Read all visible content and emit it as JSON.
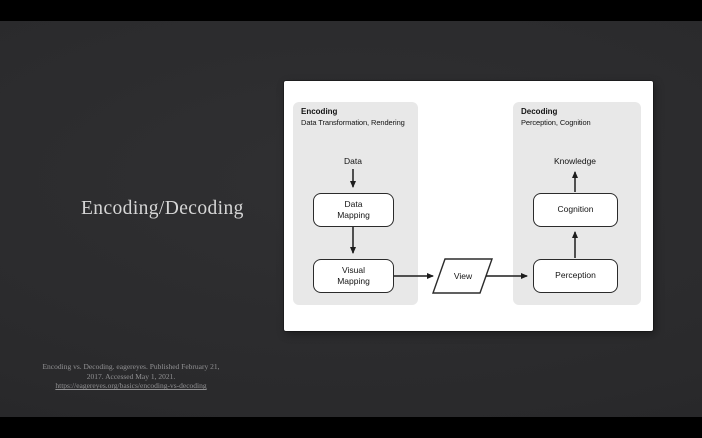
{
  "slide": {
    "title": "Encoding/Decoding",
    "citation": {
      "line1": "Encoding vs. Decoding. eagereyes. Published February 21,",
      "line2": "2017. Accessed May 1, 2021.",
      "link_url": "https://eagereyes.org/basics/encoding-vs-decoding"
    }
  },
  "diagram": {
    "encoding_group": {
      "title": "Encoding",
      "subtitle": "Data Transformation, Rendering"
    },
    "decoding_group": {
      "title": "Decoding",
      "subtitle": "Perception, Cognition"
    },
    "nodes": {
      "data": "Data",
      "data_mapping": "Data Mapping",
      "visual_mapping": "Visual Mapping",
      "view": "View",
      "perception": "Perception",
      "cognition": "Cognition",
      "knowledge": "Knowledge"
    },
    "flow": "Data -> Data Mapping -> Visual Mapping -> View -> Perception -> Cognition -> Knowledge"
  },
  "colors": {
    "slide-bg": "#2a2a2c",
    "bar": "#000000",
    "panel-bg": "#ffffff",
    "group-bg": "#e8e8e8",
    "node-border": "#2b2b2b",
    "diagram-text": "#141414",
    "arrow": "#1d1d1d",
    "title-text": "#d6d6d6",
    "citation-text": "#919193"
  }
}
